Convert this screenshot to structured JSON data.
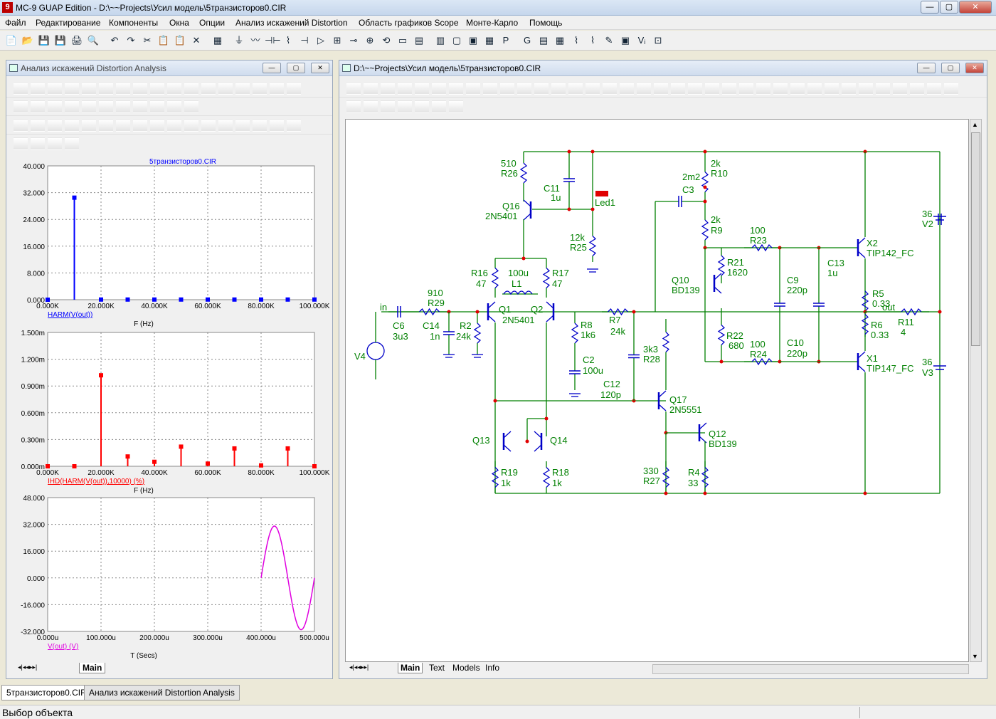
{
  "app": {
    "title": "MC-9 GUAP Edition - D:\\~~Projects\\Усил модель\\5транзисторов0.CIR"
  },
  "window_buttons": {
    "min": "—",
    "max": "▢",
    "close": "✕"
  },
  "menu": [
    "Файл",
    "Редактирование",
    "Компоненты",
    "Окна",
    "Опции",
    "Анализ искажений Distortion",
    "Область графиков Scope",
    "Монте-Карло",
    "Помощь"
  ],
  "main_toolbar": [
    "📄",
    "📂",
    "💾",
    "💾",
    "🖨",
    "🔍",
    "↶",
    "↷",
    "✂",
    "📋",
    "📋",
    "✕",
    "▦",
    "⏚",
    "〰",
    "⊣⊢",
    "⌇",
    "⊣",
    "▷",
    "⊞",
    "⊸",
    "⊕",
    "⟲",
    "▭",
    "▤",
    "▥",
    "▢",
    "▣",
    "▦",
    "P",
    "G",
    "▤",
    "▦",
    "⌇",
    "⌇",
    "✎",
    "▣",
    "Vᵢ",
    "⊡"
  ],
  "analysis": {
    "title": "Анализ искажений Distortion Analysis",
    "file": "5транзисторов0.CIR",
    "tab_main": "Main",
    "plots": [
      {
        "expr": "HARM(V(out))",
        "xvar": "F (Hz)",
        "color": "#0000ff",
        "yticks": [
          "40.000",
          "32.000",
          "24.000",
          "16.000",
          "8.000",
          "0.000"
        ],
        "xticks": [
          "0.000K",
          "20.000K",
          "40.000K",
          "60.000K",
          "80.000K",
          "100.000K"
        ]
      },
      {
        "expr": "IHD(HARM(V(out)),10000) (%)",
        "xvar": "F (Hz)",
        "color": "#ff0000",
        "yticks": [
          "1.500m",
          "1.200m",
          "0.900m",
          "0.600m",
          "0.300m",
          "0.000m"
        ],
        "xticks": [
          "0.000K",
          "20.000K",
          "40.000K",
          "60.000K",
          "80.000K",
          "100.000K"
        ]
      },
      {
        "expr": "V(out) (V)",
        "xvar": "T (Secs)",
        "color": "#e000e0",
        "yticks": [
          "48.000",
          "32.000",
          "16.000",
          "0.000",
          "-16.000",
          "-32.000"
        ],
        "xticks": [
          "0.000u",
          "100.000u",
          "200.000u",
          "300.000u",
          "400.000u",
          "500.000u"
        ]
      }
    ]
  },
  "chart_data": [
    {
      "type": "bar",
      "title": "5транзисторов0.CIR",
      "xlabel": "F (Hz)",
      "ylabel": "HARM(V(out))",
      "xlim": [
        0,
        100000
      ],
      "ylim": [
        0,
        40
      ],
      "x": [
        0,
        10000,
        20000,
        30000,
        40000,
        50000,
        60000,
        70000,
        80000,
        90000,
        100000
      ],
      "values": [
        0,
        30.5,
        0.05,
        0.05,
        0.05,
        0.05,
        0.05,
        0.05,
        0.05,
        0.05,
        0.05
      ]
    },
    {
      "type": "bar",
      "xlabel": "F (Hz)",
      "ylabel": "IHD(HARM(V(out)),10000) (%)",
      "xlim": [
        0,
        100000
      ],
      "ylim": [
        0,
        0.0015
      ],
      "x": [
        0,
        10000,
        20000,
        30000,
        40000,
        50000,
        60000,
        70000,
        80000,
        90000,
        100000
      ],
      "values": [
        0,
        0,
        0.00102,
        0.00011,
        5e-05,
        0.00022,
        3e-05,
        0.0002,
        1e-05,
        0.0002,
        0
      ]
    },
    {
      "type": "line",
      "xlabel": "T (Secs)",
      "ylabel": "V(out) (V)",
      "xlim": [
        0,
        0.0005
      ],
      "ylim": [
        -32,
        48
      ],
      "x": [
        0.0004,
        0.00041,
        0.00042,
        0.00043,
        0.00044,
        0.00045,
        0.00046,
        0.00047,
        0.00048,
        0.00049,
        0.0005
      ],
      "values": [
        0,
        20,
        31,
        28,
        12,
        -9,
        -25,
        -31,
        -23,
        -6,
        0
      ]
    }
  ],
  "schematic": {
    "title": "D:\\~~Projects\\Усил модель\\5транзисторов0.CIR",
    "tabs": [
      "Main",
      "Text",
      "Models",
      "Info"
    ],
    "labels": [
      "510",
      "R26",
      "C11",
      "1u",
      "Led1",
      "Q16",
      "2N5401",
      "12k",
      "R25",
      "2k",
      "R10",
      "2m2",
      "C3",
      "2k",
      "R9",
      "100",
      "R23",
      "R21",
      "1620",
      "Q10",
      "BD139",
      "C9",
      "220p",
      "C13",
      "1u",
      "X2",
      "TIP142_FC",
      "R5",
      "0.33",
      "36",
      "V2",
      "in",
      "910",
      "R29",
      "R16",
      "47",
      "100u",
      "L1",
      "R17",
      "47",
      "Q1",
      "Q2",
      "2N5401",
      "C6",
      "3u3",
      "C14",
      "1n",
      "R2",
      "24k",
      "R8",
      "1k6",
      "R7",
      "24k",
      "out",
      "R11",
      "4",
      "R6",
      "0.33",
      "V4",
      "C2",
      "100u",
      "3k3",
      "R28",
      "R22",
      "680",
      "100",
      "R24",
      "C10",
      "220p",
      "X1",
      "TIP147_FC",
      "36",
      "V3",
      "C12",
      "120p",
      "Q17",
      "2N5551",
      "Q12",
      "BD139",
      "Q13",
      "Q14",
      "R19",
      "1k",
      "R18",
      "1k",
      "330",
      "R27",
      "R4",
      "33"
    ]
  },
  "bottom_tabs": [
    "5транзисторов0.CIR",
    "Анализ искажений Distortion Analysis"
  ],
  "status": {
    "text": "Выбор объекта"
  }
}
